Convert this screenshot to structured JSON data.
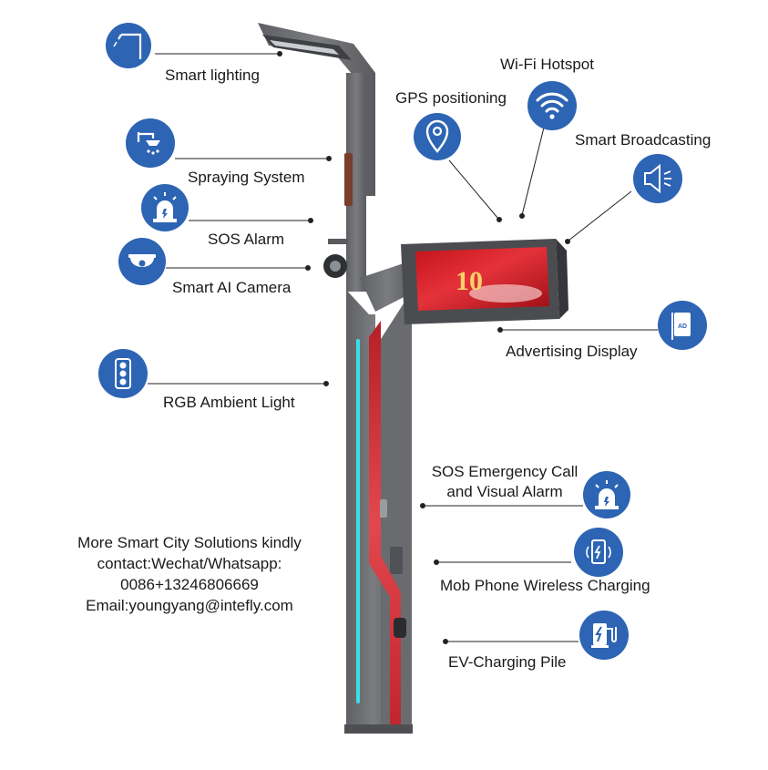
{
  "features": {
    "smart_lighting": "Smart lighting",
    "wifi_hotspot": "Wi-Fi Hotspot",
    "gps_positioning": "GPS positioning",
    "smart_broadcasting": "Smart Broadcasting",
    "spraying_system": "Spraying System",
    "sos_alarm": "SOS Alarm",
    "smart_ai_camera": "Smart AI Camera",
    "advertising_display": "Advertising Display",
    "rgb_ambient_light": "RGB Ambient Light",
    "sos_emergency_line1": "SOS Emergency Call",
    "sos_emergency_line2": "and Visual Alarm",
    "wireless_charging": "Mob Phone Wireless Charging",
    "ev_charging": "EV-Charging Pile"
  },
  "icons": {
    "ad_icon_text": "AD"
  },
  "contact": {
    "line1": "More Smart City Solutions kindly",
    "line2": "contact:Wechat/Whatsapp:",
    "line3": "0086+13246806669",
    "line4": "Email:youngyang@intefly.com"
  },
  "colors": {
    "icon_blue": "#2d64b3",
    "pole_gray": "#6e6e70",
    "accent_red": "#d9363e",
    "accent_cyan": "#39e0e6"
  }
}
